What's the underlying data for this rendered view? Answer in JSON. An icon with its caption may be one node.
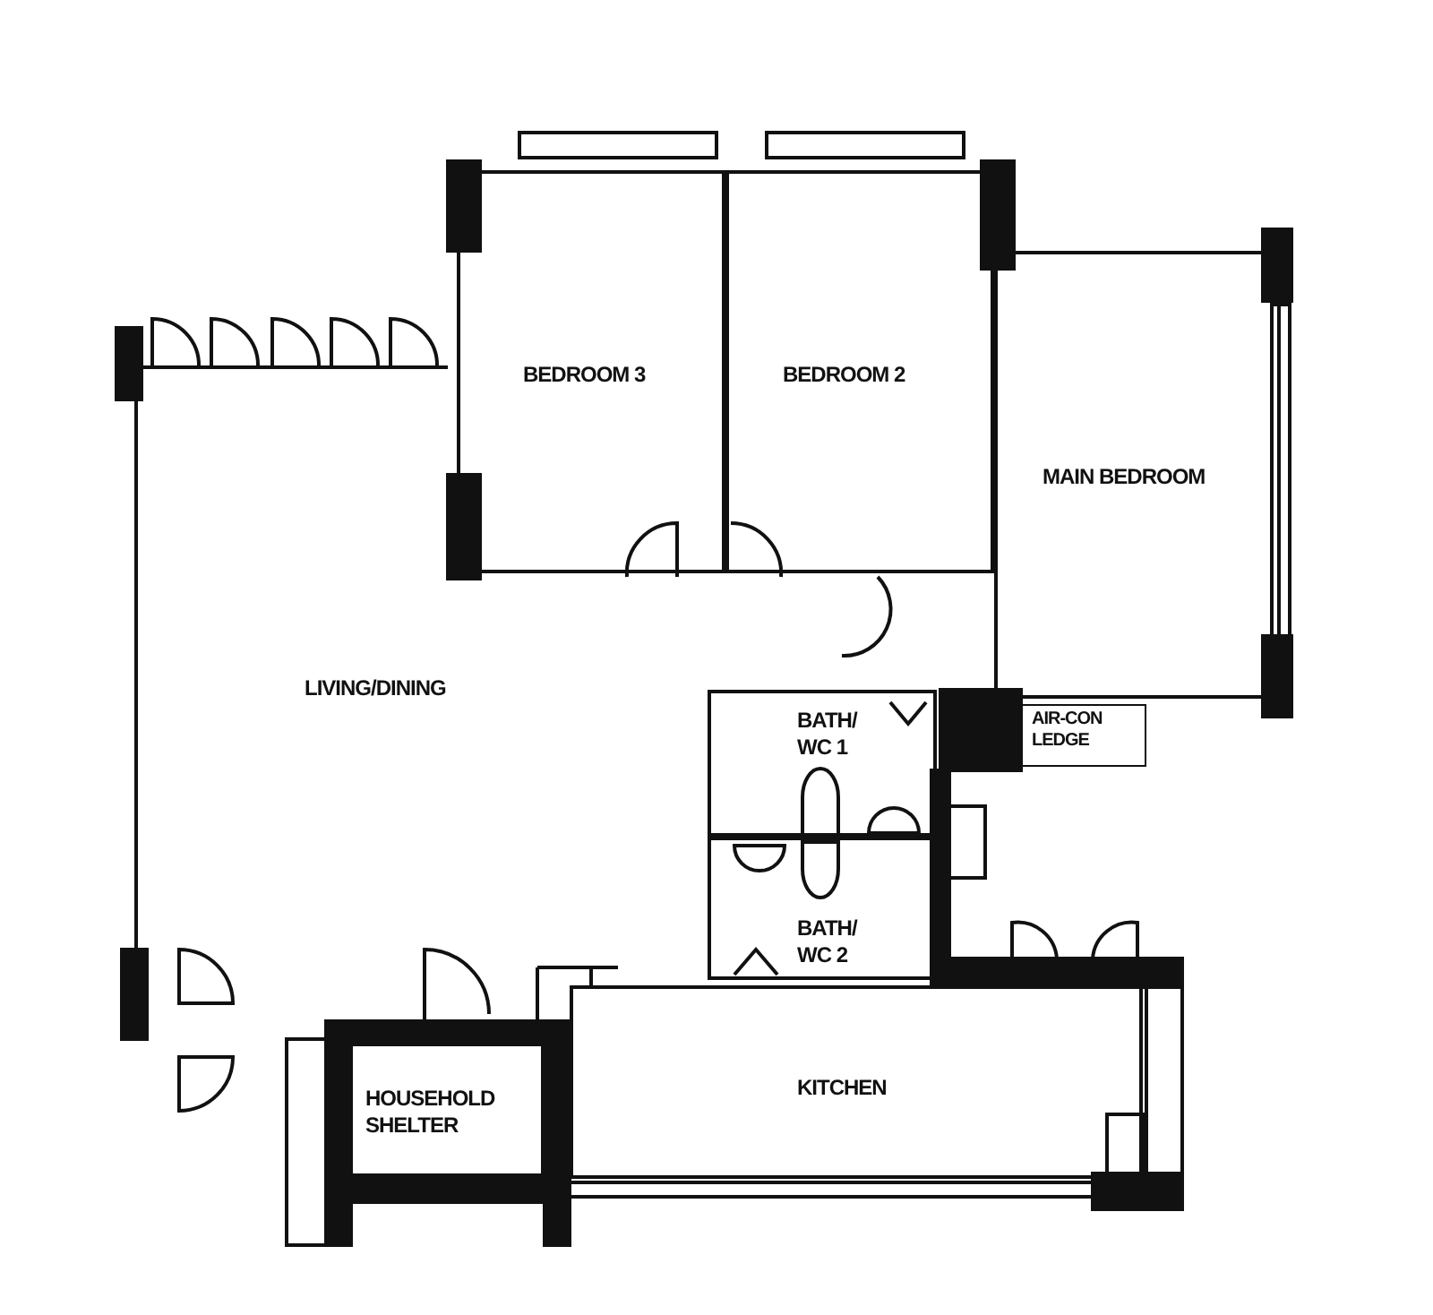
{
  "diagram": {
    "nodes": [
      {
        "text": [
          "BEDROOM 3"
        ]
      },
      {
        "text": [
          "BEDROOM 2"
        ]
      },
      {
        "text": [
          "MAIN BEDROOM"
        ]
      },
      {
        "text": [
          "LIVING/DINING"
        ]
      },
      {
        "text": [
          "BATH/ WC 1"
        ]
      },
      {
        "text": [
          "AIR-CON LEDGE"
        ]
      },
      {
        "text": [
          "BATH/ WC 2"
        ]
      },
      {
        "text": [
          "HOUSEHOLD SHELTER"
        ]
      },
      {
        "text": [
          "KITCHEN"
        ]
      }
    ]
  }
}
